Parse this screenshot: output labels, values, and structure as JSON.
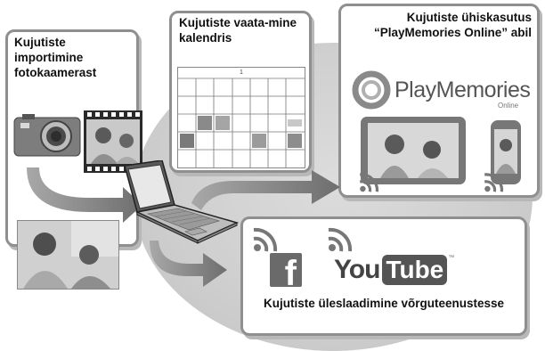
{
  "panels": {
    "import": {
      "title": "Kujutiste importimine fotokaamerast"
    },
    "calendar": {
      "title": "Kujutiste vaata-mine kalendris",
      "month_label": "1"
    },
    "share": {
      "title": "Kujutiste ühiskasutus “PlayMemories Online” abil",
      "logo_text": "PlayMemories",
      "logo_subtext": "Online"
    },
    "upload": {
      "title": "Kujutiste üleslaadimine võrguteenustesse",
      "facebook_glyph": "f",
      "youtube_you": "You",
      "youtube_tube": "Tube",
      "youtube_tm": "™"
    }
  },
  "colors": {
    "panel_border": "#8f8f8f",
    "arrow": "#7a7a7a",
    "background_blob": "#cfcfcf"
  }
}
